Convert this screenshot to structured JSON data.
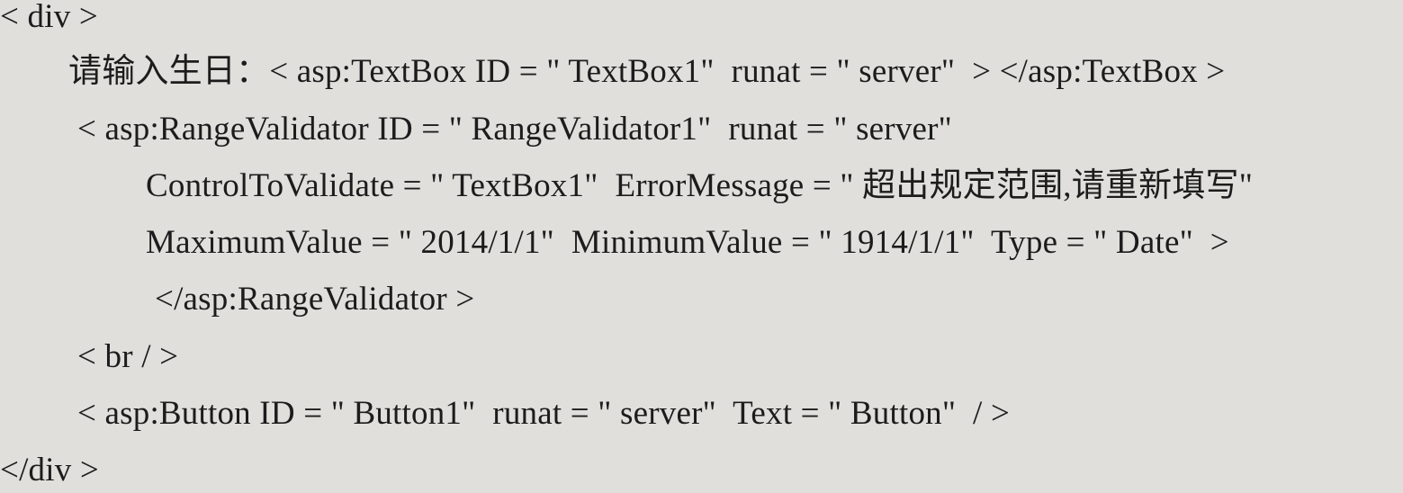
{
  "code_lines": [
    "< div >",
    "请输入生日：< asp:TextBox ID = \" TextBox1\"  runat = \" server\"  > </asp:TextBox >",
    "< asp:RangeValidator ID = \" RangeValidator1\"  runat = \" server\"",
    "ControlToValidate = \" TextBox1\"  ErrorMessage = \" 超出规定范围,请重新填写\"",
    "MaximumValue = \" 2014/1/1\"  MinimumValue = \" 1914/1/1\"  Type = \" Date\"  >",
    "</asp:RangeValidator >",
    "< br / >",
    "< asp:Button ID = \" Button1\"  runat = \" server\"  Text = \" Button\"  / >",
    "</div >"
  ]
}
